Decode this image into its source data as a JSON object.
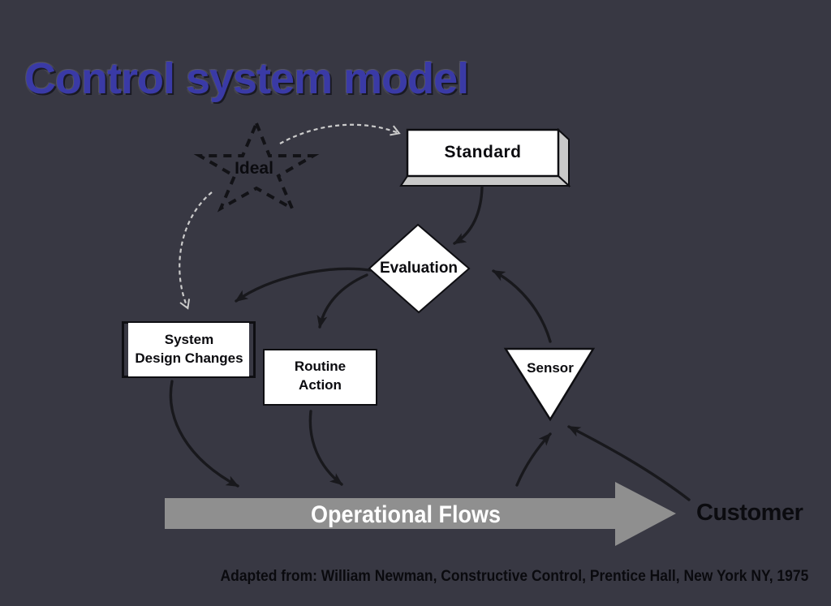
{
  "slide": {
    "title": "Control system model"
  },
  "diagram": {
    "ideal_label": "Ideal",
    "standard_label": "Standard",
    "evaluation_label": "Evaluation",
    "system_design_line1": "System",
    "system_design_line2": "Design Changes",
    "routine_line1": "Routine",
    "routine_line2": "Action",
    "sensor_label": "Sensor",
    "operational_flows_label": "Operational Flows",
    "customer_label": "Customer",
    "edges": [
      {
        "from": "ideal",
        "to": "standard",
        "style": "light-dashed-curve"
      },
      {
        "from": "ideal",
        "to": "system-design-changes",
        "style": "light-dashed-curve"
      },
      {
        "from": "standard",
        "to": "evaluation",
        "style": "black-curve"
      },
      {
        "from": "evaluation",
        "to": "system-design-changes",
        "style": "black-curve"
      },
      {
        "from": "evaluation",
        "to": "routine-action",
        "style": "black-curve"
      },
      {
        "from": "sensor",
        "to": "evaluation",
        "style": "black-curve"
      },
      {
        "from": "operational-flows",
        "to": "sensor",
        "style": "black-curve"
      },
      {
        "from": "customer",
        "to": "sensor",
        "style": "black-curve"
      },
      {
        "from": "system-design-changes",
        "to": "operational-flows",
        "style": "black-curve"
      },
      {
        "from": "routine-action",
        "to": "operational-flows",
        "style": "black-curve"
      }
    ]
  },
  "footer": {
    "citation": "Adapted from: William Newman, Constructive Control, Prentice Hall, New York NY, 1975"
  },
  "colors": {
    "background": "#383843",
    "title": "#3A3AA6",
    "shape_fill": "#FFFFFF",
    "shape_outline": "#0E0E12",
    "cube_side": "#C9C9C9",
    "flow_arrow": "#8F8F8F",
    "black_arrow": "#18181C",
    "light_arrow": "#CBCBCB",
    "label_text": "#0B0B0F",
    "flow_label_text": "#FFFFFF"
  }
}
